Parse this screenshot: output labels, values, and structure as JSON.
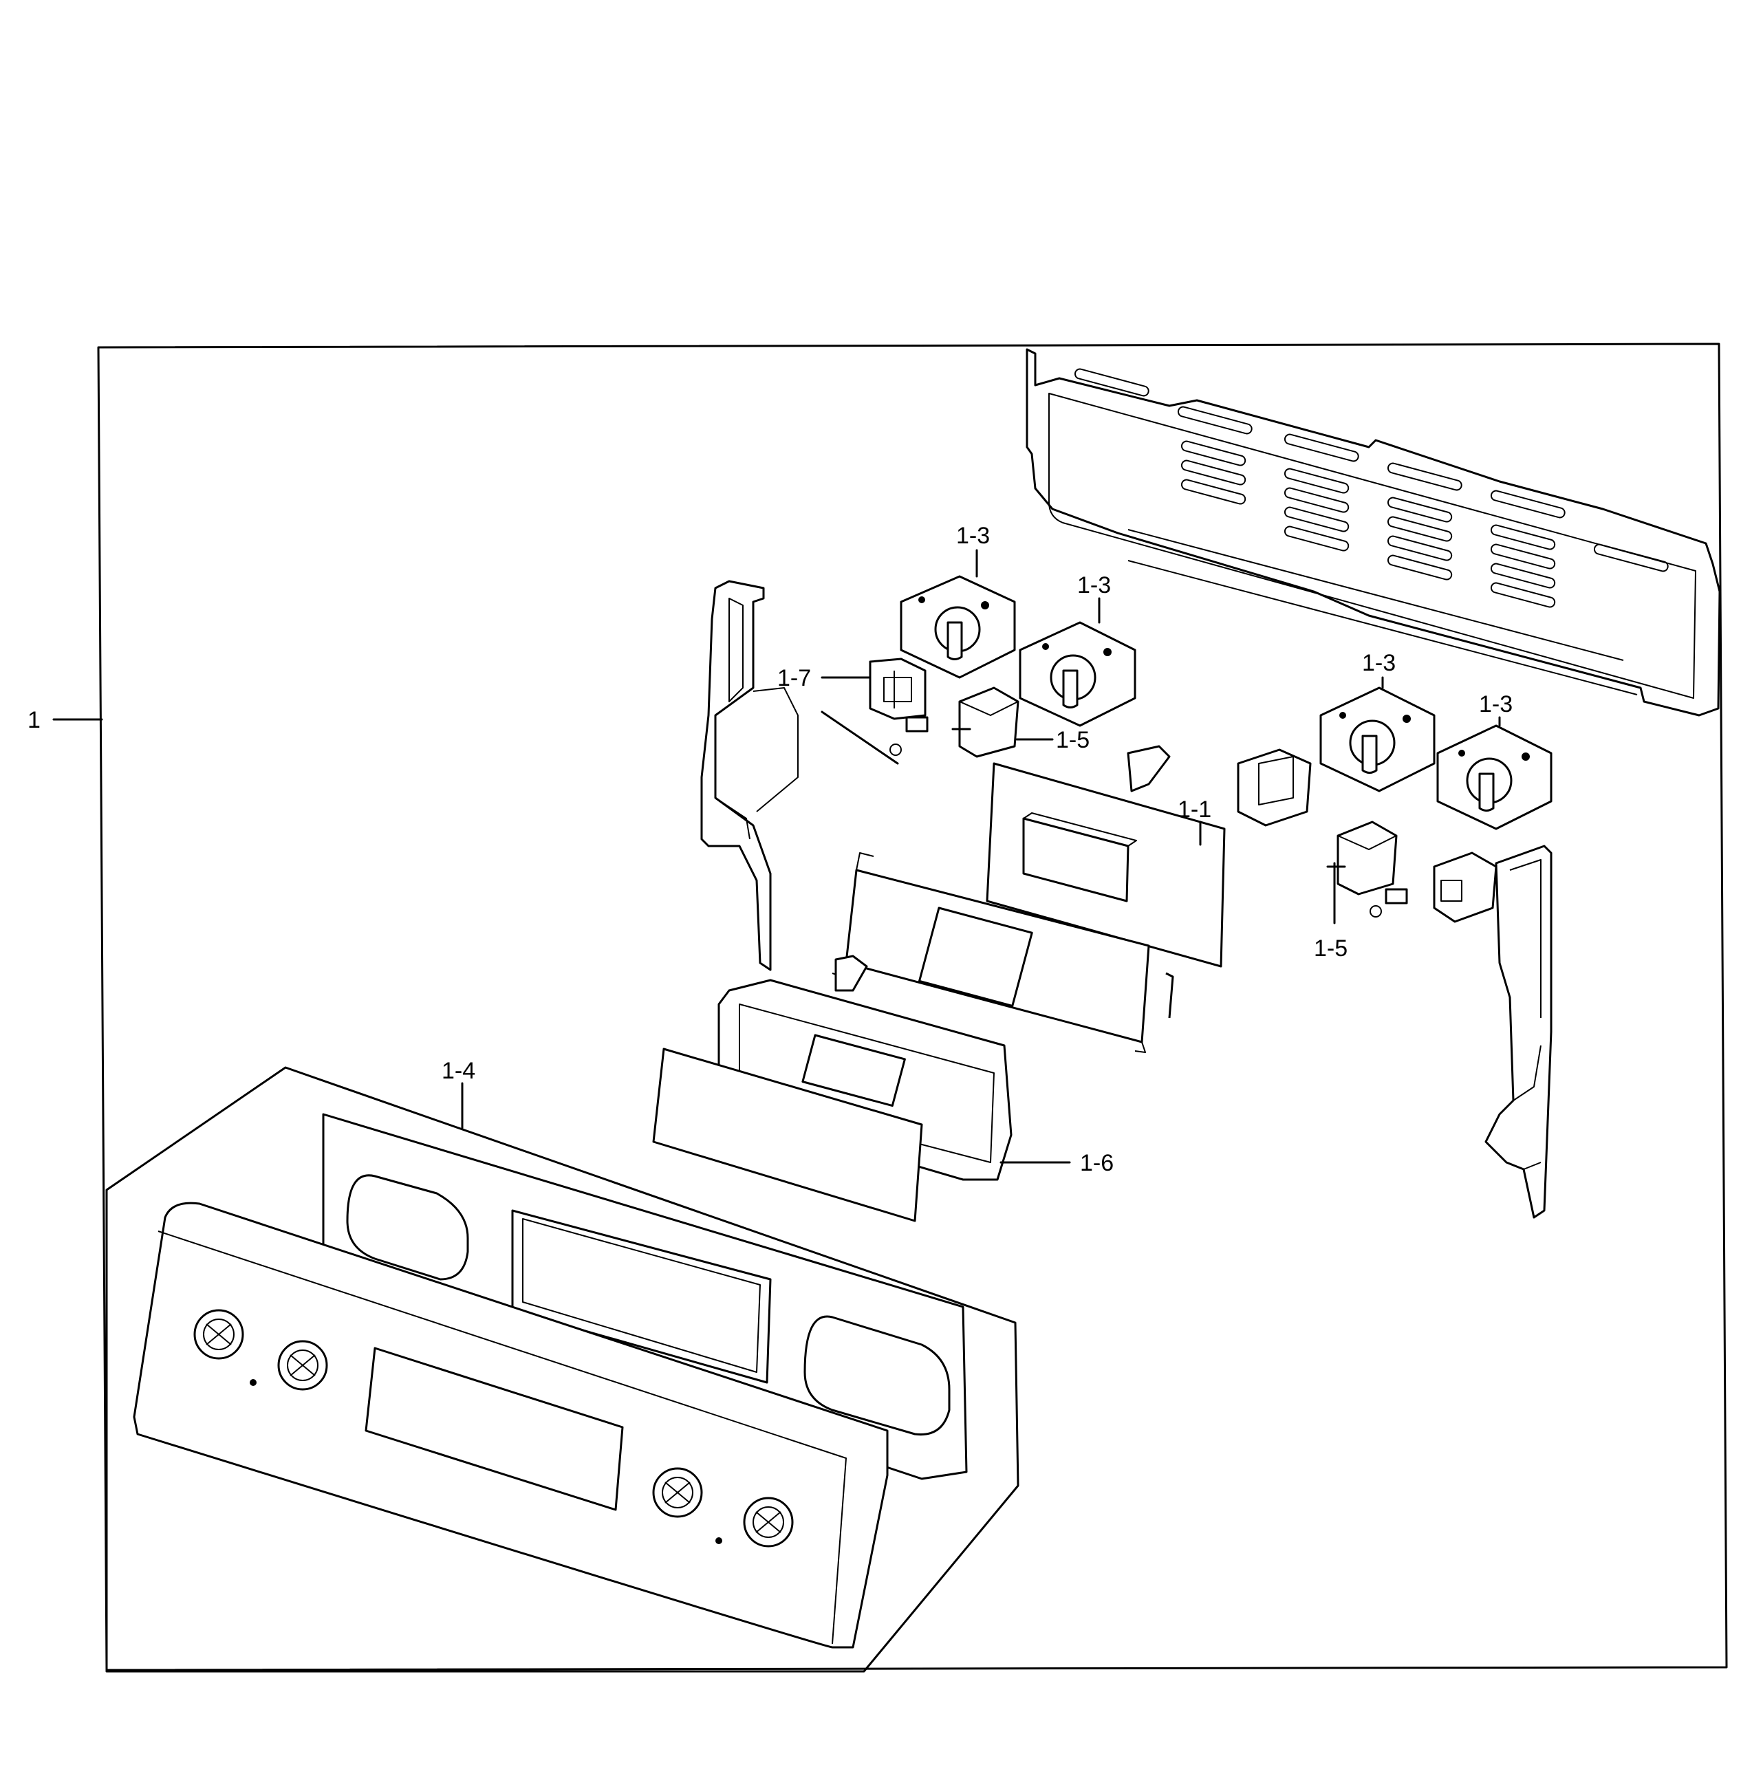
{
  "diagram": {
    "labels": {
      "main": "1",
      "p1_1": "1-1",
      "p1_3a": "1-3",
      "p1_3b": "1-3",
      "p1_3c": "1-3",
      "p1_3d": "1-3",
      "p1_4": "1-4",
      "p1_5a": "1-5",
      "p1_5b": "1-5",
      "p1_6": "1-6",
      "p1_7": "1-7"
    }
  }
}
